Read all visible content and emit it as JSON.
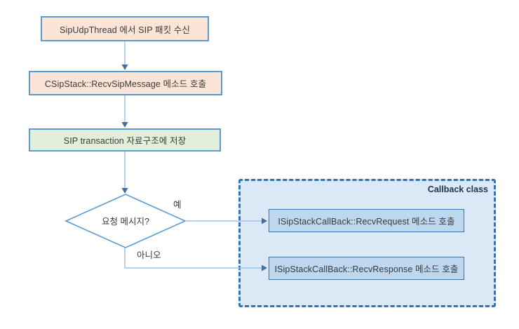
{
  "diagram": {
    "type": "flowchart",
    "nodes": {
      "receive_packet": {
        "label": "SipUdpThread 에서 SIP 패킷 수신",
        "shape": "rect",
        "fill": "#fce4d6"
      },
      "recv_sip_message": {
        "label": "CSipStack::RecvSipMessage 메소드 호출",
        "shape": "rect",
        "fill": "#fce4d6"
      },
      "store_transaction": {
        "label": "SIP transaction 자료구조에 저장",
        "shape": "rect",
        "fill": "#e2efda"
      },
      "decision": {
        "label": "요청 메시지?",
        "shape": "diamond",
        "fill": "#ffffff"
      },
      "recv_request": {
        "label": "ISipStackCallBack::RecvRequest 메소드 호출",
        "shape": "rect",
        "fill": "#bdd7ee"
      },
      "recv_response": {
        "label": "ISipStackCallBack::RecvResponse 메소드 호출",
        "shape": "rect",
        "fill": "#bdd7ee"
      }
    },
    "edges": {
      "yes_label": "예",
      "no_label": "아니오"
    },
    "group": {
      "title": "Callback class",
      "fill": "#dbe9f6",
      "border": "#2e75b6",
      "border_style": "dashed"
    },
    "colors": {
      "box_border_blue": "#5b9bd5",
      "callback_border": "#41719c",
      "arrow_line": "#9dc3e6",
      "arrow_head": "#41719c",
      "text": "#3a3a3a",
      "group_title_text": "#1f3352"
    }
  }
}
